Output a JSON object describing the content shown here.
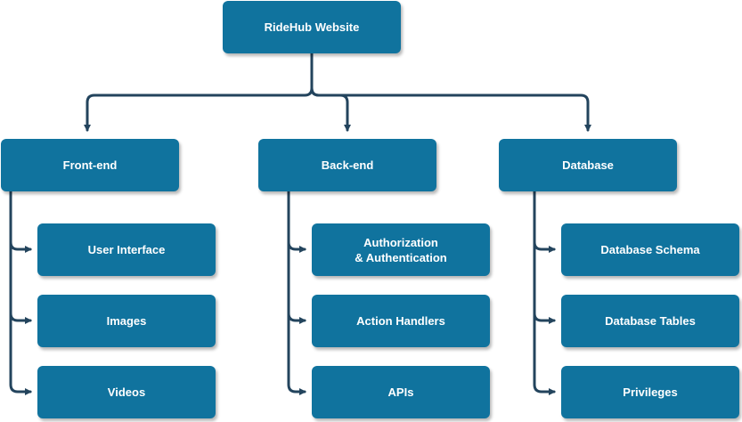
{
  "root": {
    "label": "RideHub Website"
  },
  "colors": {
    "node_fill": "#10739e",
    "connector": "#23445d",
    "node_text": "#ffffff"
  },
  "branches": [
    {
      "label": "Front-end",
      "children": [
        "User Interface",
        "Images",
        "Videos"
      ]
    },
    {
      "label": "Back-end",
      "children": [
        "Authorization\n& Authentication",
        "Action Handlers",
        "APIs"
      ]
    },
    {
      "label": "Database",
      "children": [
        "Database Schema",
        "Database Tables",
        "Privileges"
      ]
    }
  ]
}
